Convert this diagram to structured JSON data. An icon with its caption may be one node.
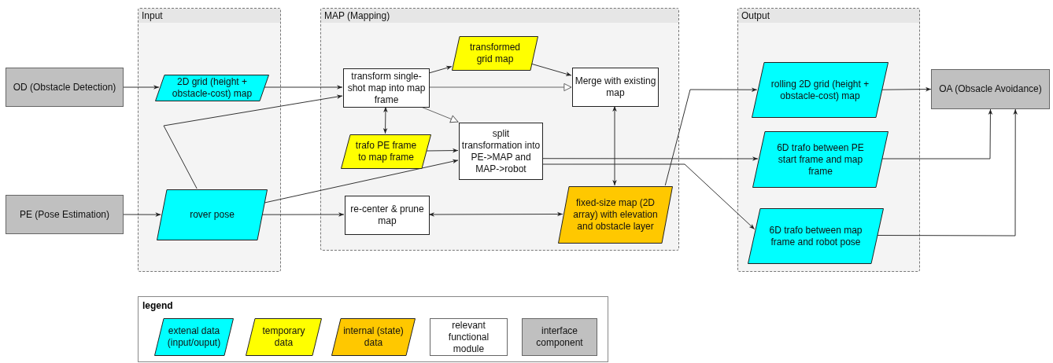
{
  "diagram": {
    "nodes": [
      {
        "text": [
          "Input"
        ]
      },
      {
        "text": [
          "MAP (Mapping)"
        ]
      },
      {
        "text": [
          "Output"
        ]
      },
      {
        "text": [
          "OD (Obstacle Detection)"
        ]
      },
      {
        "text": [
          "PE (Pose Estimation)"
        ]
      },
      {
        "text": [
          "2D grid (height + obstacle-cost) map"
        ],
        "in": 0
      },
      {
        "text": [
          "rover pose"
        ],
        "in": 0
      },
      {
        "text": [
          "transform single-shot map into map frame"
        ],
        "in": 1
      },
      {
        "text": [
          "transformed grid map"
        ],
        "in": 1
      },
      {
        "text": [
          "Merge with existing map"
        ],
        "in": 1
      },
      {
        "text": [
          "trafo PE frame to map frame"
        ],
        "in": 1
      },
      {
        "text": [
          "split transformation into PE->MAP and MAP->robot"
        ],
        "in": 1
      },
      {
        "text": [
          "re-center & prune map"
        ],
        "in": 1
      },
      {
        "text": [
          "fixed-size map (2D array) with elevation and obstacle layer"
        ],
        "in": 1
      },
      {
        "text": [
          "rolling 2D grid (height + obstacle-cost) map"
        ],
        "in": 2
      },
      {
        "text": [
          "6D trafo between PE start frame and map frame"
        ],
        "in": 2
      },
      {
        "text": [
          "6D trafo between map frame and robot pose"
        ],
        "in": 2
      },
      {
        "text": [
          "OA (Obsacle Avoidance)"
        ]
      }
    ],
    "edges": [
      {
        "from": 3,
        "to": 5,
        "arrow": "to"
      },
      {
        "from": 5,
        "to": 7,
        "arrow": "to"
      },
      {
        "from": 6,
        "to": 7,
        "arrow": "to"
      },
      {
        "from": 6,
        "to": 11,
        "arrow": "to"
      },
      {
        "from": 6,
        "to": 12,
        "arrow": "to"
      },
      {
        "from": 4,
        "to": 6,
        "arrow": "to"
      },
      {
        "from": 7,
        "to": 8,
        "arrow": "to"
      },
      {
        "from": 8,
        "to": 9,
        "arrow": "to"
      },
      {
        "from": 7,
        "to": 9,
        "arrow": "to"
      },
      {
        "from": 7,
        "to": 11,
        "arrow": "to"
      },
      {
        "from": 7,
        "to": 10,
        "arrow": "both"
      },
      {
        "from": 10,
        "to": 11,
        "arrow": "to"
      },
      {
        "from": 9,
        "to": 13,
        "arrow": "both"
      },
      {
        "from": 12,
        "to": 13,
        "arrow": "both"
      },
      {
        "from": 13,
        "to": 14,
        "arrow": "to"
      },
      {
        "from": 11,
        "to": 15,
        "arrow": "to"
      },
      {
        "from": 11,
        "to": 16,
        "arrow": "to"
      },
      {
        "from": 14,
        "to": 17,
        "arrow": "to"
      },
      {
        "from": 15,
        "to": 17,
        "arrow": "to"
      },
      {
        "from": 16,
        "to": 17,
        "arrow": "to"
      }
    ],
    "labels": [
      "legend"
    ],
    "legend": [
      {
        "text": "extenal data (input/ouput)",
        "color": "#00ffff"
      },
      {
        "text": "temporary data",
        "color": "#ffff00"
      },
      {
        "text": "internal (state) data",
        "color": "#ffc800"
      },
      {
        "text": "relevant functional module",
        "color": "#ffffff"
      },
      {
        "text": "interface component",
        "color": "#c0c0c0"
      }
    ]
  }
}
